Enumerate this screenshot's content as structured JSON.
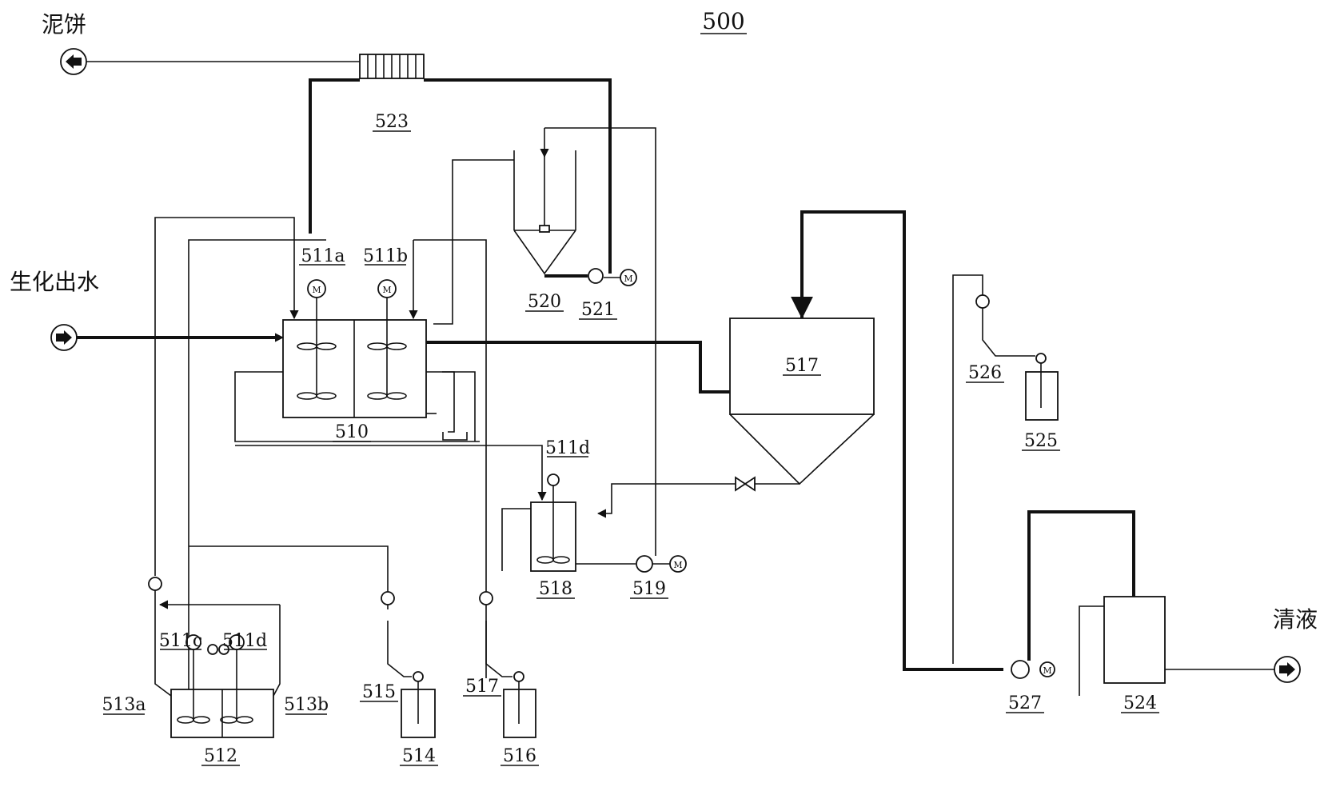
{
  "diagram": {
    "title": "500",
    "terminals": {
      "sludge_cake": "泥饼",
      "bio_effluent": "生化出水",
      "clear_liquid": "清液"
    },
    "labels": {
      "l510": "510",
      "l511a": "511a",
      "l511b": "511b",
      "l511c": "511c",
      "l511d_top": "511d",
      "l511d_bottom": "511d",
      "l512": "512",
      "l513a": "513a",
      "l513b": "513b",
      "l514": "514",
      "l515": "515",
      "l516": "516",
      "l517_settler": "517",
      "l517_pump": "517",
      "l518": "518",
      "l519": "519",
      "l520": "520",
      "l521": "521",
      "l523": "523",
      "l524": "524",
      "l525": "525",
      "l526": "526",
      "l527": "527"
    },
    "motor_symbol": "M"
  }
}
